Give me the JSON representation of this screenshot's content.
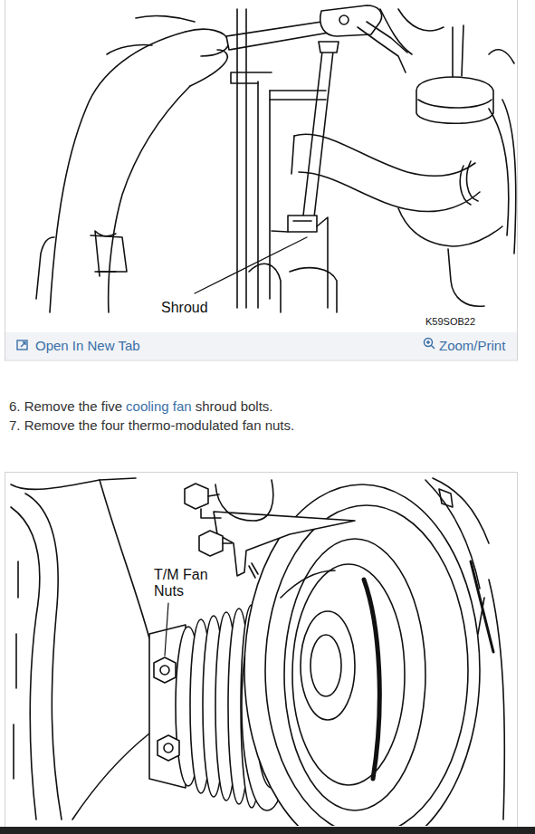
{
  "diagram": {
    "labels": [
      "Shroud",
      "K59SOB22",
      "Open In New Tab",
      "Zoom/Print",
      "6. Remove the five",
      "cooling fan",
      "shroud bolts.",
      "7. Remove the four thermo-modulated fan nuts.",
      "T/M Fan Nuts"
    ]
  }
}
